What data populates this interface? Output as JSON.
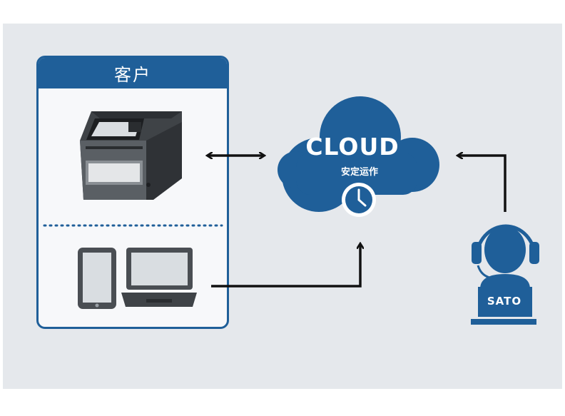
{
  "customer": {
    "title": "客户"
  },
  "cloud": {
    "title": "CLOUD",
    "subtitle": "安定运作"
  },
  "support": {
    "label": "SATO"
  },
  "icons": {
    "printer": "printer-icon",
    "tablet": "tablet-icon",
    "laptop": "laptop-icon",
    "cloud": "cloud-icon",
    "clock": "clock-icon",
    "support_agent": "headset-agent-icon"
  },
  "colors": {
    "brand_blue": "#1f5f99",
    "panel_bg": "#e5e8ec",
    "device_gray": "#4a4e53",
    "arrow": "#111111"
  }
}
